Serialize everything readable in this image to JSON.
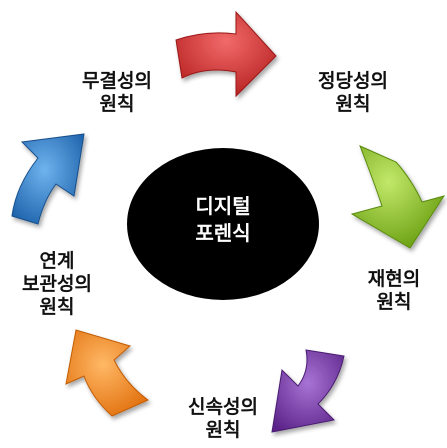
{
  "center": {
    "line1": "디지털",
    "line2": "포렌식"
  },
  "principles": [
    {
      "line1": "정당성의",
      "line2": "원칙",
      "color": "#d32a2a"
    },
    {
      "line1": "재현의",
      "line2": "원칙",
      "color": "#8cc21f"
    },
    {
      "line1": "신속성의",
      "line2": "원칙",
      "color": "#7a3aa8"
    },
    {
      "line1": "연계",
      "line2": "보관성의",
      "line3": "원칙",
      "color": "#f28a1d"
    },
    {
      "line1": "무결성의",
      "line2": "원칙",
      "color": "#2a7fd0"
    }
  ]
}
